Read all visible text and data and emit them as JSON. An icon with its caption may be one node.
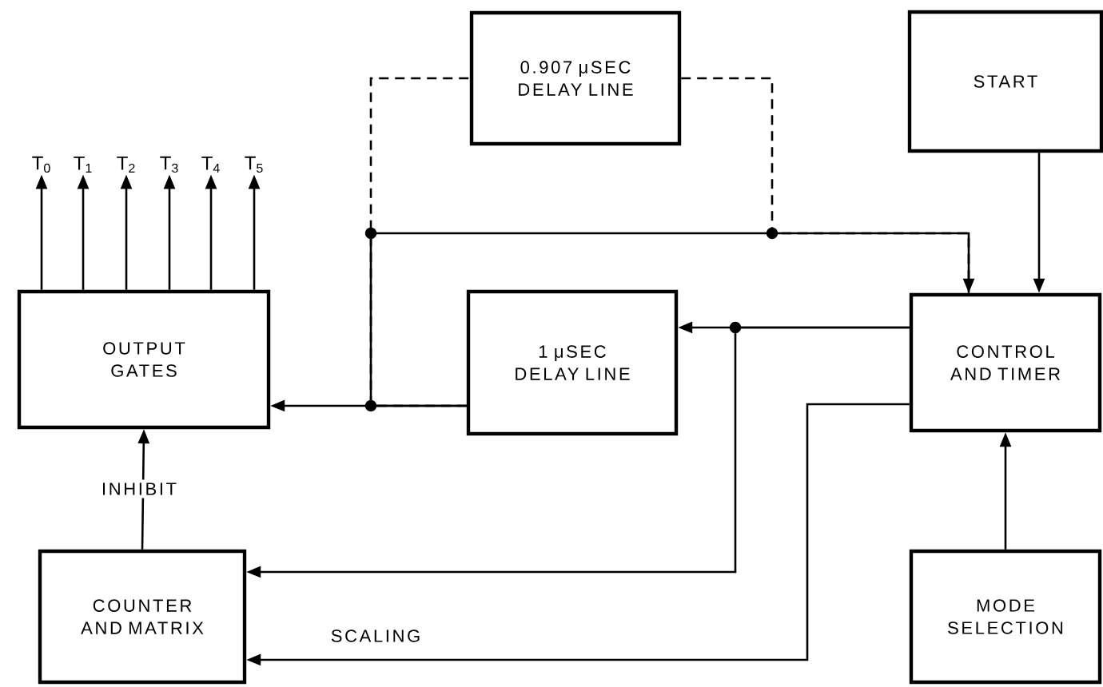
{
  "diagram": {
    "nodes": [
      {
        "text": [
          "0.907 μSEC DELAY LINE"
        ]
      },
      {
        "text": [
          "START"
        ]
      },
      {
        "text": [
          "OUTPUT GATES"
        ]
      },
      {
        "text": [
          "1 μSEC DELAY LINE"
        ]
      },
      {
        "text": [
          "CONTROL AND TIMER"
        ]
      },
      {
        "text": [
          "COUNTER AND MATRIX"
        ]
      },
      {
        "text": [
          "MODE SELECTION"
        ]
      },
      {
        "text": [
          "T$_{0}$"
        ]
      },
      {
        "text": [
          "T$_{1}$"
        ]
      },
      {
        "text": [
          "T$_{2}$"
        ]
      },
      {
        "text": [
          "T$_{3}$"
        ]
      },
      {
        "text": [
          "T$_{4}$"
        ]
      },
      {
        "text": [
          "T$_{5}$"
        ]
      }
    ],
    "edges": [
      {
        "from": 4,
        "to": 3,
        "arrow": "to"
      },
      {
        "from": 3,
        "to": 2,
        "arrow": "to"
      },
      {
        "from": 3,
        "to": 4,
        "arrow": "to"
      },
      {
        "from": 3,
        "to": 0,
        "arrow": "none",
        "style": "dashed"
      },
      {
        "from": 0,
        "to": 4,
        "arrow": "none",
        "style": "dashed"
      },
      {
        "from": 1,
        "to": 4,
        "arrow": "to"
      },
      {
        "from": 6,
        "to": 4,
        "arrow": "to"
      },
      {
        "from": 4,
        "to": 5,
        "arrow": "to"
      },
      {
        "from": 4,
        "to": 5,
        "arrow": "to",
        "label": "SCALING"
      },
      {
        "from": 5,
        "to": 2,
        "arrow": "to",
        "label": "INHIBIT"
      },
      {
        "from": 2,
        "to": 7,
        "arrow": "to"
      },
      {
        "from": 2,
        "to": 8,
        "arrow": "to"
      },
      {
        "from": 2,
        "to": 9,
        "arrow": "to"
      },
      {
        "from": 2,
        "to": 10,
        "arrow": "to"
      },
      {
        "from": 2,
        "to": 11,
        "arrow": "to"
      },
      {
        "from": 2,
        "to": 12,
        "arrow": "to"
      }
    ]
  }
}
